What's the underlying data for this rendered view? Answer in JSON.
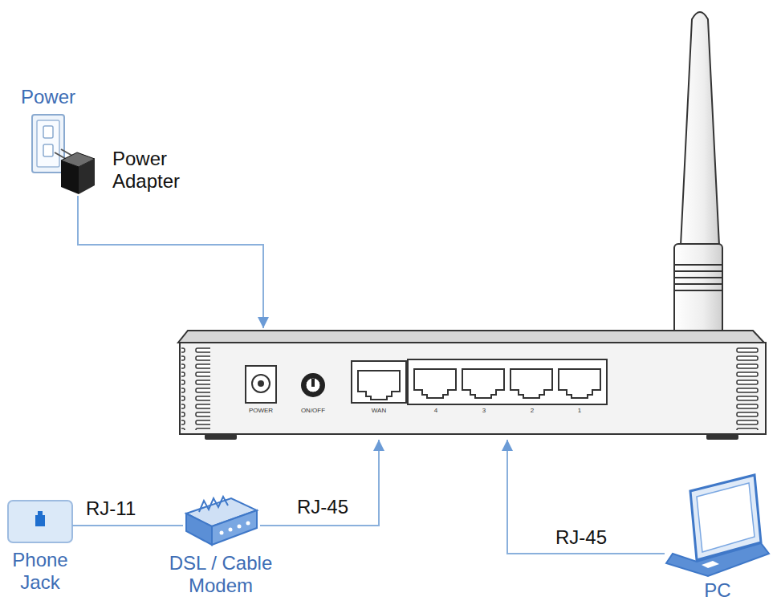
{
  "diagram": {
    "nodes": [
      {
        "text": [
          "Power"
        ]
      },
      {
        "text": [
          "Power Adapter"
        ]
      },
      {
        "text": [
          "POWER",
          "ON/OFF",
          "WAN",
          "4",
          "3",
          "2",
          "1"
        ]
      },
      {
        "text": [
          "Phone Jack"
        ]
      },
      {
        "text": [
          "DSL / Cable Modem"
        ]
      },
      {
        "text": [
          "PC"
        ]
      }
    ],
    "edges": [
      {
        "from": 1,
        "to": 2,
        "arrow": "to"
      },
      {
        "from": 3,
        "to": 4,
        "label": "RJ-11",
        "arrow": "none"
      },
      {
        "from": 4,
        "to": 2,
        "label": "RJ-45",
        "arrow": "to"
      },
      {
        "from": 5,
        "to": 2,
        "label": "RJ-45",
        "arrow": "to"
      }
    ]
  }
}
